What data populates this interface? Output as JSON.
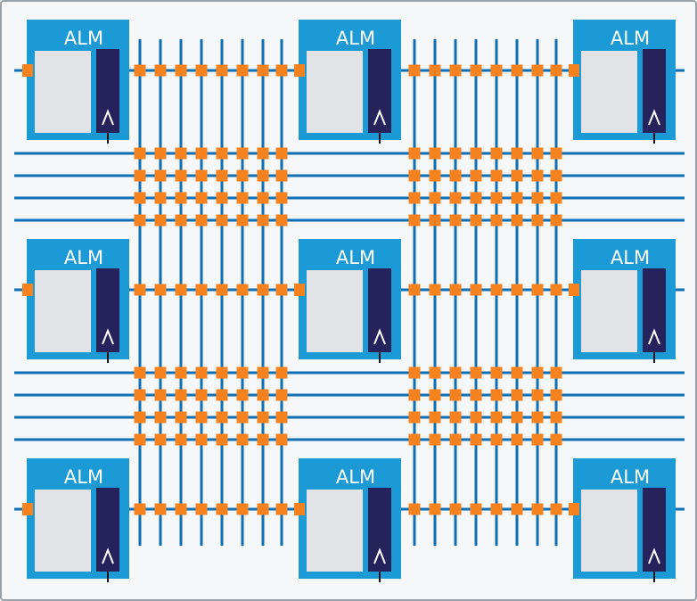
{
  "alm_label": "ALM",
  "clock_glyph": "^",
  "colors": {
    "background": "#f6f7f8",
    "frame": "#9aa1a7",
    "wire": "#0f6fb4",
    "switch": "#f5811f",
    "alm_block": "#1b9ad6",
    "lut": "#e1e3e6",
    "register": "#26235c",
    "arrow": "#ffffff"
  },
  "structure": {
    "alm_grid": {
      "rows": 3,
      "cols": 3
    },
    "vertical_tracks_per_channel": 8,
    "horizontal_tracks_per_channel": 4,
    "switch_points": "orange squares where routing tracks intersect"
  }
}
